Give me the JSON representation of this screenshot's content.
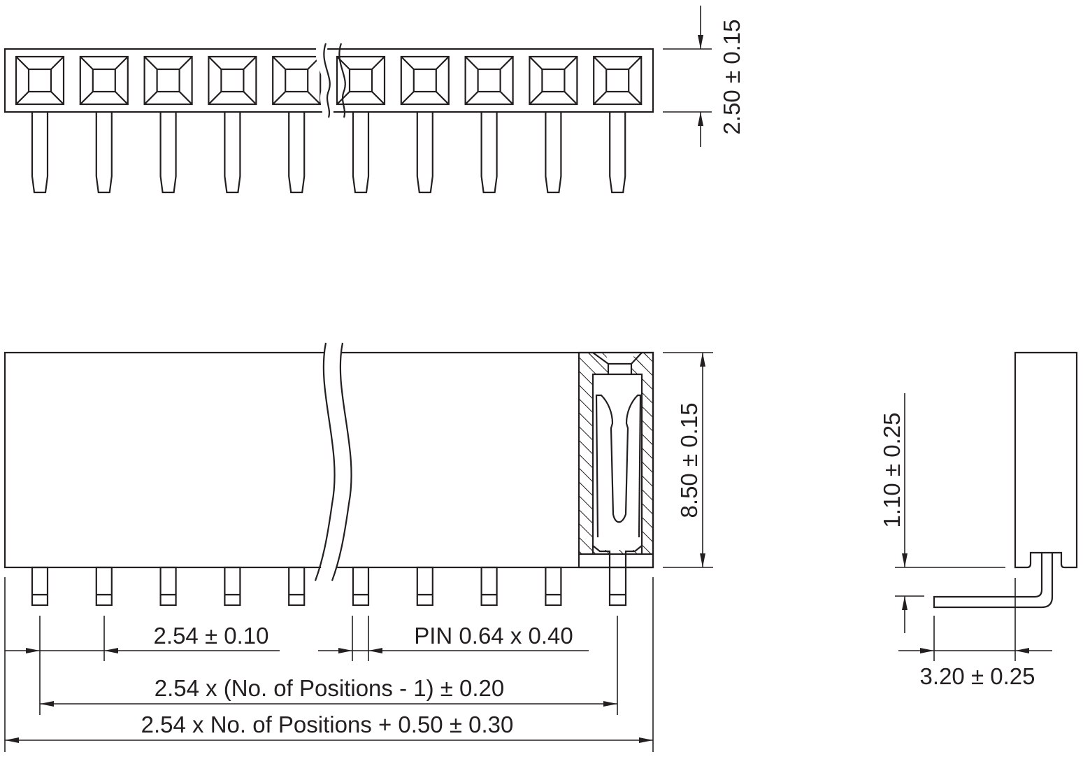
{
  "drawing": {
    "type": "female pin header dimension drawing",
    "line_color": "#231f20",
    "background": "#ffffff",
    "positions_shown": 10
  },
  "dimensions": {
    "top_height": "2.50 ± 0.15",
    "body_height": "8.50 ± 0.15",
    "pitch": "2.54 ± 0.10",
    "pin_size": "PIN 0.64 x 0.40",
    "pin_span": "2.54 x (No. of Positions - 1) ± 0.20",
    "overall_length": "2.54 x No. of Positions + 0.50 ± 0.30",
    "standoff": "1.10 ± 0.25",
    "pin_offset": "3.20 ± 0.25"
  }
}
